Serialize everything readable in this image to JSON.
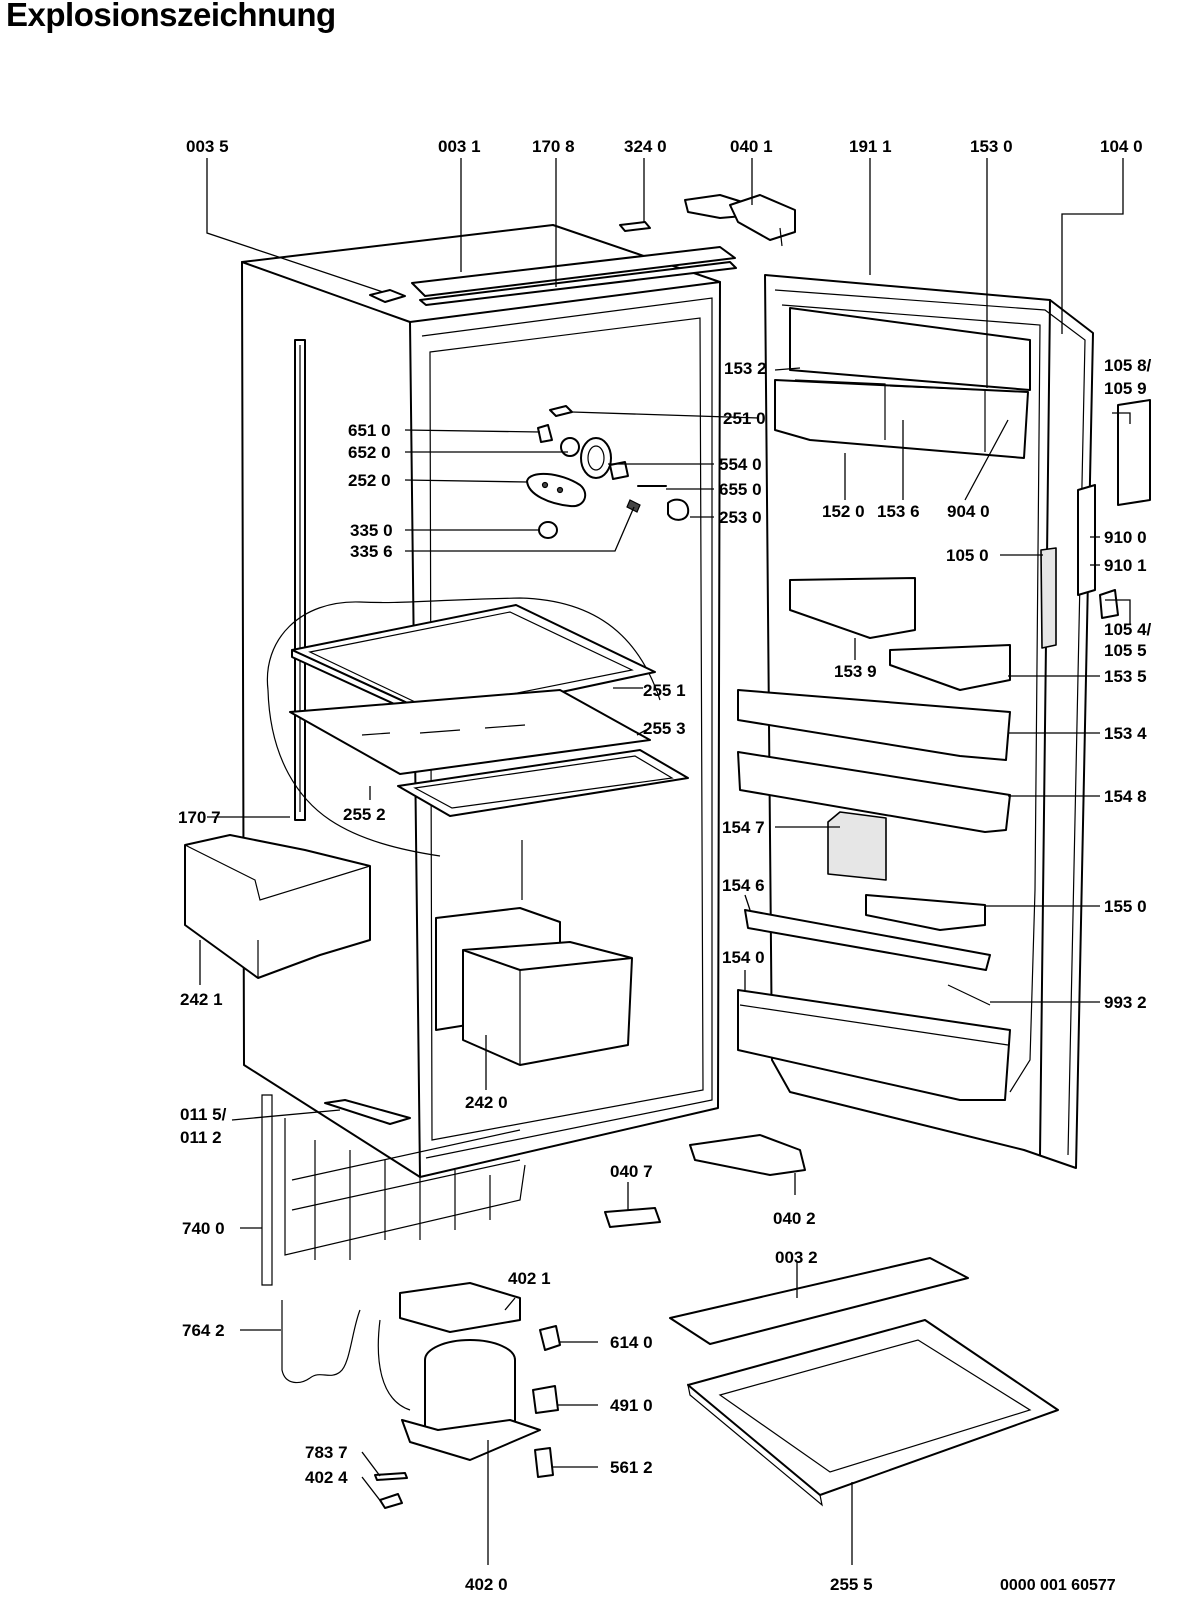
{
  "title": "Explosionszeichnung",
  "document_number": "0000 001 60577",
  "labels": {
    "l_0035": "003 5",
    "l_0031": "003 1",
    "l_1708": "170 8",
    "l_3240": "324 0",
    "l_0401": "040 1",
    "l_1911": "191 1",
    "l_1530": "153 0",
    "l_1040": "104 0",
    "l_1058": "105 8/",
    "l_1059": "105 9",
    "l_1532": "153 2",
    "l_2510": "251 0",
    "l_6510": "651 0",
    "l_6520": "652 0",
    "l_5540": "554 0",
    "l_2520": "252 0",
    "l_6550": "655 0",
    "l_2530": "253 0",
    "l_3350": "335 0",
    "l_3356": "335 6",
    "l_1520": "152 0",
    "l_1536": "153 6",
    "l_9040": "904 0",
    "l_9100": "910 0",
    "l_9101": "910 1",
    "l_1050": "105 0",
    "l_1054": "105 4/",
    "l_1055": "105 5",
    "l_1539": "153 9",
    "l_1535": "153 5",
    "l_1534": "153 4",
    "l_1548": "154 8",
    "l_2551": "255 1",
    "l_2553": "255 3",
    "l_2552": "255 2",
    "l_1707": "170 7",
    "l_2421": "242 1",
    "l_2420": "242 0",
    "l_1547": "154 7",
    "l_1546": "154 6",
    "l_1550": "155 0",
    "l_1540": "154 0",
    "l_9932": "993 2",
    "l_0115": "011 5/",
    "l_0112": "011 2",
    "l_0407": "040 7",
    "l_0402": "040 2",
    "l_0032": "003 2",
    "l_7400": "740 0",
    "l_4021": "402 1",
    "l_6140": "614 0",
    "l_7642": "764 2",
    "l_4910": "491 0",
    "l_7837": "783 7",
    "l_4024": "402 4",
    "l_5612": "561 2",
    "l_4020": "402 0",
    "l_2555": "255 5"
  }
}
